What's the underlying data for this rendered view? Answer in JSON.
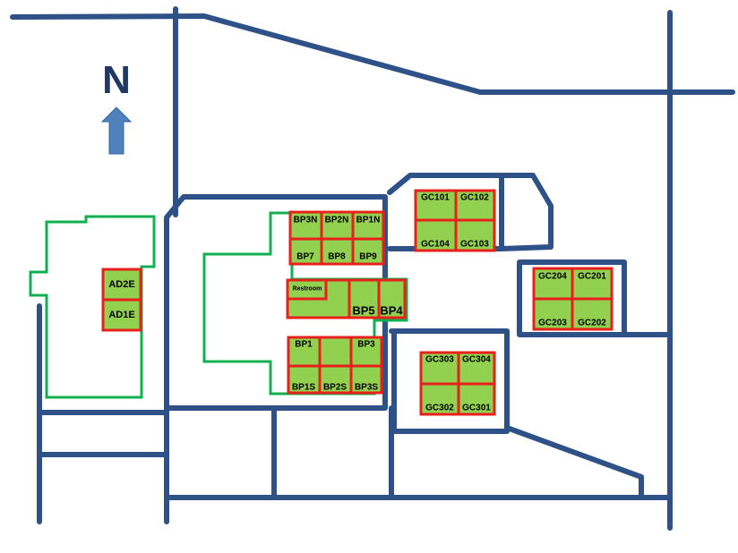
{
  "compass": {
    "label": "N"
  },
  "buildings": {
    "ad": {
      "top": "AD2E",
      "bottom": "AD1E"
    },
    "bp_north": {
      "row1": [
        "BP3N",
        "BP2N",
        "BP1N"
      ],
      "row2": [
        "BP7",
        "BP8",
        "BP9"
      ]
    },
    "bp_mid": {
      "restroom": "Restroom",
      "bp5": "BP5",
      "bp4": "BP4"
    },
    "bp_south": {
      "row1": [
        "BP1",
        "",
        "BP3"
      ],
      "row2": [
        "BP1S",
        "BP2S",
        "BP3S"
      ]
    },
    "gc100": {
      "row1": [
        "GC101",
        "GC102"
      ],
      "row2": [
        "GC104",
        "GC103"
      ]
    },
    "gc200": {
      "row1": [
        "GC204",
        "GC201"
      ],
      "row2": [
        "GC203",
        "GC202"
      ]
    },
    "gc300": {
      "row1": [
        "GC303",
        "GC304"
      ],
      "row2": [
        "GC302",
        "GC301"
      ]
    }
  },
  "colors": {
    "road": "#2e5288",
    "outline": "#10b050",
    "room_fill": "#92d050",
    "room_border": "#e8201b",
    "arrow": "#4f81bd"
  }
}
